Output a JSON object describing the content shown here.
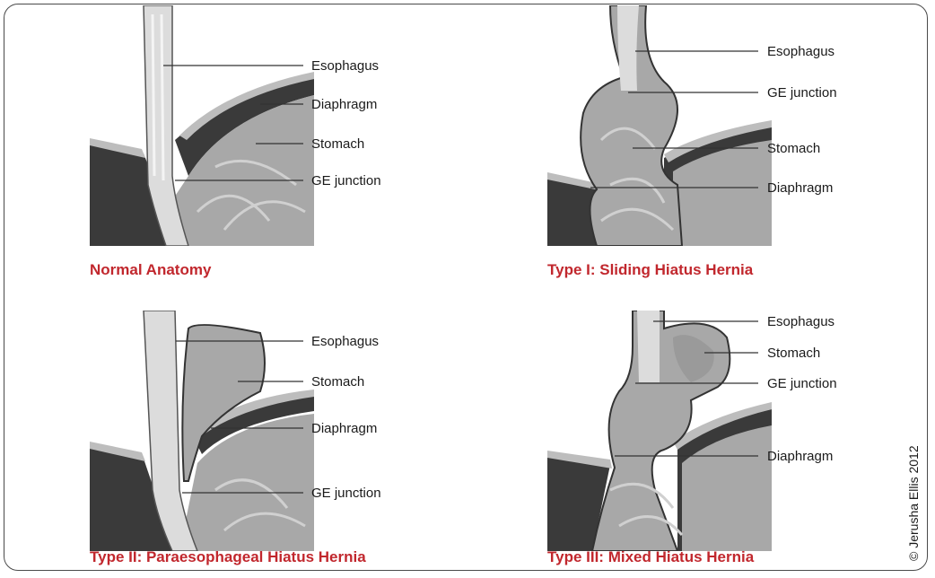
{
  "panels": [
    {
      "caption": "Normal Anatomy",
      "labels": {
        "esophagus": "Esophagus",
        "diaphragm": "Diaphragm",
        "stomach": "Stomach",
        "ge_junction": "GE junction"
      }
    },
    {
      "caption": "Type I: Sliding Hiatus Hernia",
      "labels": {
        "esophagus": "Esophagus",
        "ge_junction": "GE junction",
        "stomach": "Stomach",
        "diaphragm": "Diaphragm"
      }
    },
    {
      "caption": "Type II: Paraesophageal Hiatus Hernia",
      "labels": {
        "esophagus": "Esophagus",
        "stomach": "Stomach",
        "diaphragm": "Diaphragm",
        "ge_junction": "GE junction"
      }
    },
    {
      "caption": "Type III: Mixed Hiatus Hernia",
      "labels": {
        "esophagus": "Esophagus",
        "stomach": "Stomach",
        "ge_junction": "GE junction",
        "diaphragm": "Diaphragm"
      }
    }
  ],
  "copyright": "© Jerusha Ellis 2012",
  "colors": {
    "caption_red": "#c1272d",
    "diaphragm_dark": "#3a3a3a",
    "tissue": "#a8a8a8",
    "esophagus": "#dcdcdc"
  }
}
